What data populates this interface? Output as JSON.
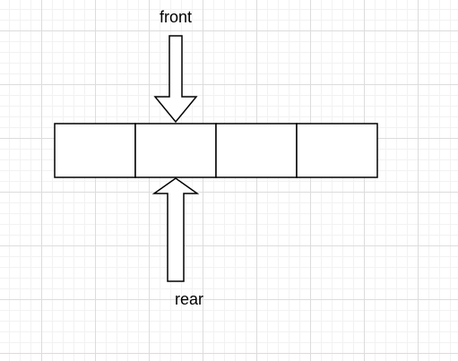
{
  "labels": {
    "front": "front",
    "rear": "rear"
  },
  "queue": {
    "cell_count": 4
  },
  "colors": {
    "stroke": "#000000",
    "fill": "#ffffff"
  }
}
